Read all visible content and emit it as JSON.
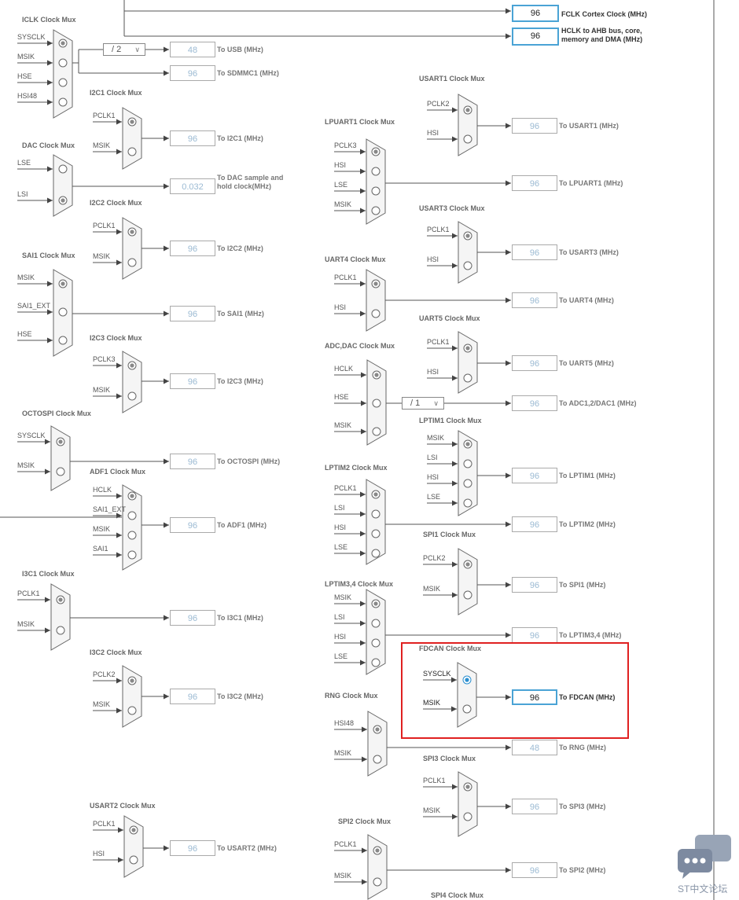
{
  "top_outputs": [
    {
      "value": "96",
      "label": "FCLK Cortex Clock (MHz)"
    },
    {
      "value": "96",
      "label": "HCLK to AHB bus, core, memory and DMA (MHz)"
    }
  ],
  "muxes": [
    {
      "title": "ICLK Clock Mux",
      "inputs": [
        "SYSCLK",
        "MSIK",
        "HSE",
        "HSI48"
      ],
      "selected": 0,
      "divider": "/ 2",
      "outputs": [
        {
          "value": "48",
          "label": "To USB (MHz)"
        },
        {
          "value": "96",
          "label": "To SDMMC1 (MHz)"
        }
      ]
    },
    {
      "title": "I2C1 Clock Mux",
      "inputs": [
        "PCLK1",
        "MSIK"
      ],
      "selected": 0,
      "outputs": [
        {
          "value": "96",
          "label": "To I2C1 (MHz)"
        }
      ]
    },
    {
      "title": "DAC Clock Mux",
      "inputs": [
        "LSE",
        "LSI"
      ],
      "selected": 1,
      "outputs": [
        {
          "value": "0.032",
          "label": "To DAC sample and hold clock(MHz)"
        }
      ]
    },
    {
      "title": "I2C2 Clock Mux",
      "inputs": [
        "PCLK1",
        "MSIK"
      ],
      "selected": 0,
      "outputs": [
        {
          "value": "96",
          "label": "To I2C2 (MHz)"
        }
      ]
    },
    {
      "title": "SAI1 Clock Mux",
      "inputs": [
        "MSIK",
        "SAI1_EXT",
        "HSE"
      ],
      "selected": 0,
      "outputs": [
        {
          "value": "96",
          "label": "To SAI1 (MHz)"
        }
      ]
    },
    {
      "title": "I2C3 Clock Mux",
      "inputs": [
        "PCLK3",
        "MSIK"
      ],
      "selected": 0,
      "outputs": [
        {
          "value": "96",
          "label": "To I2C3 (MHz)"
        }
      ]
    },
    {
      "title": "OCTOSPI Clock Mux",
      "inputs": [
        "SYSCLK",
        "MSIK"
      ],
      "selected": 0,
      "outputs": [
        {
          "value": "96",
          "label": "To OCTOSPI (MHz)"
        }
      ]
    },
    {
      "title": "ADF1 Clock Mux",
      "inputs": [
        "HCLK",
        "SAI1_EXT",
        "MSIK",
        "SAI1"
      ],
      "selected": 0,
      "outputs": [
        {
          "value": "96",
          "label": "To ADF1 (MHz)"
        }
      ]
    },
    {
      "title": "I3C1 Clock Mux",
      "inputs": [
        "PCLK1",
        "MSIK"
      ],
      "selected": 0,
      "outputs": [
        {
          "value": "96",
          "label": "To I3C1 (MHz)"
        }
      ]
    },
    {
      "title": "I3C2 Clock Mux",
      "inputs": [
        "PCLK2",
        "MSIK"
      ],
      "selected": 0,
      "outputs": [
        {
          "value": "96",
          "label": "To I3C2 (MHz)"
        }
      ]
    },
    {
      "title": "USART2 Clock Mux",
      "inputs": [
        "PCLK1",
        "HSI"
      ],
      "selected": 0,
      "outputs": [
        {
          "value": "96",
          "label": "To USART2 (MHz)"
        }
      ]
    },
    {
      "title": "LPUART1 Clock Mux",
      "inputs": [
        "PCLK3",
        "HSI",
        "LSE",
        "MSIK"
      ],
      "selected": 0,
      "outputs": [
        {
          "value": "96",
          "label": "To LPUART1 (MHz)"
        }
      ]
    },
    {
      "title": "UART4 Clock Mux",
      "inputs": [
        "PCLK1",
        "HSI"
      ],
      "selected": 0,
      "outputs": [
        {
          "value": "96",
          "label": "To UART4 (MHz)"
        }
      ]
    },
    {
      "title": "ADC,DAC Clock Mux",
      "inputs": [
        "HCLK",
        "HSE",
        "MSIK"
      ],
      "selected": 0,
      "divider": "/ 1",
      "outputs": [
        {
          "value": "96",
          "label": "To ADC1,2/DAC1 (MHz)"
        }
      ]
    },
    {
      "title": "LPTIM2 Clock Mux",
      "inputs": [
        "PCLK1",
        "LSI",
        "HSI",
        "LSE"
      ],
      "selected": 0,
      "outputs": [
        {
          "value": "96",
          "label": "To LPTIM2 (MHz)"
        }
      ]
    },
    {
      "title": "LPTIM3,4 Clock Mux",
      "inputs": [
        "MSIK",
        "LSI",
        "HSI",
        "LSE"
      ],
      "selected": 0,
      "outputs": [
        {
          "value": "96",
          "label": "To LPTIM3,4 (MHz)"
        }
      ]
    },
    {
      "title": "RNG Clock Mux",
      "inputs": [
        "HSI48",
        "MSIK"
      ],
      "selected": 0,
      "outputs": [
        {
          "value": "48",
          "label": "To RNG (MHz)"
        }
      ]
    },
    {
      "title": "SPI2 Clock Mux",
      "inputs": [
        "PCLK1",
        "MSIK"
      ],
      "selected": 0,
      "outputs": [
        {
          "value": "96",
          "label": "To SPI2 (MHz)"
        }
      ]
    },
    {
      "title": "USART1 Clock Mux",
      "inputs": [
        "PCLK2",
        "HSI"
      ],
      "selected": 0,
      "outputs": [
        {
          "value": "96",
          "label": "To USART1 (MHz)"
        }
      ]
    },
    {
      "title": "USART3 Clock Mux",
      "inputs": [
        "PCLK1",
        "HSI"
      ],
      "selected": 0,
      "outputs": [
        {
          "value": "96",
          "label": "To USART3 (MHz)"
        }
      ]
    },
    {
      "title": "UART5 Clock Mux",
      "inputs": [
        "PCLK1",
        "HSI"
      ],
      "selected": 0,
      "outputs": [
        {
          "value": "96",
          "label": "To UART5 (MHz)"
        }
      ]
    },
    {
      "title": "LPTIM1 Clock Mux",
      "inputs": [
        "MSIK",
        "LSI",
        "HSI",
        "LSE"
      ],
      "selected": 0,
      "outputs": [
        {
          "value": "96",
          "label": "To LPTIM1 (MHz)"
        }
      ]
    },
    {
      "title": "SPI1 Clock Mux",
      "inputs": [
        "PCLK2",
        "MSIK"
      ],
      "selected": 0,
      "outputs": [
        {
          "value": "96",
          "label": "To SPI1 (MHz)"
        }
      ]
    },
    {
      "title": "FDCAN Clock Mux",
      "inputs": [
        "SYSCLK",
        "MSIK"
      ],
      "selected": 0,
      "highlighted": true,
      "outputs": [
        {
          "value": "96",
          "label": "To FDCAN (MHz)"
        }
      ]
    },
    {
      "title": "SPI3 Clock Mux",
      "inputs": [
        "PCLK1",
        "MSIK"
      ],
      "selected": 0,
      "outputs": [
        {
          "value": "96",
          "label": "To SPI3 (MHz)"
        }
      ]
    },
    {
      "title": "SPI4 Clock Mux",
      "inputs": [],
      "selected": 0,
      "outputs": []
    }
  ],
  "watermark": "ST中文论坛",
  "colors": {
    "highlight": "#e02020",
    "active_border": "#4aa3d5",
    "inactive_value": "#9bbad3"
  },
  "icons": {
    "chat": "chat-bubble-icon"
  }
}
